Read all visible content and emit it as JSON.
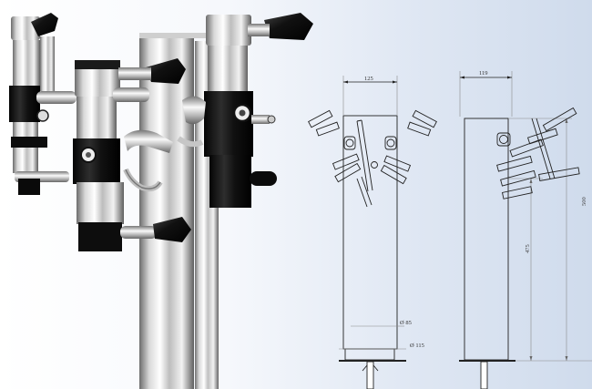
{
  "drawing": {
    "front_width": "125",
    "side_width": "119",
    "diameter_inner": "Ø 85",
    "diameter_outer": "Ø 115",
    "height_overall": "500",
    "height_body": "475"
  },
  "colors": {
    "chrome_light": "#f4f4f4",
    "chrome_dark": "#5a5a5a",
    "black_part": "#151515",
    "line": "#222222",
    "dim_line": "#8a8a8a"
  }
}
